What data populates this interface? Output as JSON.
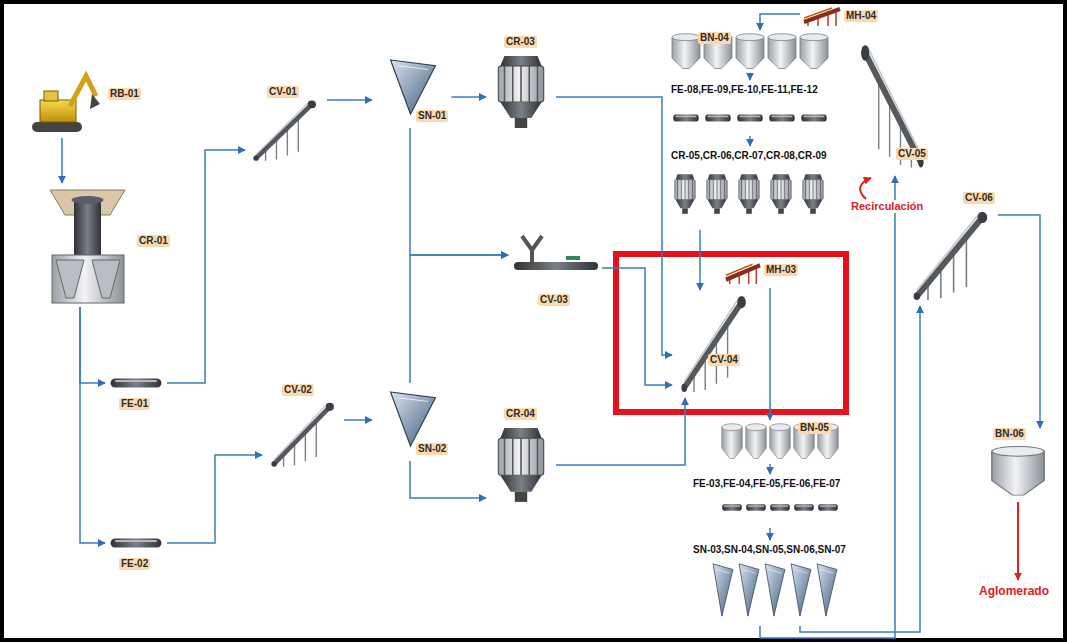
{
  "diagram": {
    "nodes": [
      {
        "text": [
          "RB-01"
        ]
      },
      {
        "text": [
          "CR-01"
        ]
      },
      {
        "text": [
          "FE-01"
        ]
      },
      {
        "text": [
          "FE-02"
        ]
      },
      {
        "text": [
          "CV-01"
        ]
      },
      {
        "text": [
          "CV-02"
        ]
      },
      {
        "text": [
          "SN-01"
        ]
      },
      {
        "text": [
          "SN-02"
        ]
      },
      {
        "text": [
          "CR-03"
        ]
      },
      {
        "text": [
          "CV-03"
        ]
      },
      {
        "text": [
          "CR-04"
        ]
      },
      {
        "text": [
          "MH-04"
        ]
      },
      {
        "text": [
          "BN-04"
        ]
      },
      {
        "text": [
          "FE-08,FE-09,FE-10,FE-11,FE-12"
        ]
      },
      {
        "text": [
          "CR-05,CR-06,CR-07,CR-08,CR-09"
        ]
      },
      {
        "text": [
          "CV-05"
        ]
      },
      {
        "text": [
          "MH-03"
        ]
      },
      {
        "text": [
          "CV-04"
        ]
      },
      {
        "text": [
          "BN-05"
        ]
      },
      {
        "text": [
          "FE-03,FE-04,FE-05,FE-06,FE-07"
        ]
      },
      {
        "text": [
          "SN-03,SN-04,SN-05,SN-06,SN-07"
        ]
      },
      {
        "text": [
          "CV-06"
        ]
      },
      {
        "text": [
          "BN-06"
        ]
      }
    ],
    "edges": [
      {
        "from": 0,
        "to": 1,
        "arrow": "to"
      },
      {
        "from": 1,
        "to": 2,
        "arrow": "to"
      },
      {
        "from": 1,
        "to": 3,
        "arrow": "to"
      },
      {
        "from": 2,
        "to": 4,
        "arrow": "to"
      },
      {
        "from": 3,
        "to": 5,
        "arrow": "to"
      },
      {
        "from": 4,
        "to": 6,
        "arrow": "to"
      },
      {
        "from": 5,
        "to": 7,
        "arrow": "to"
      },
      {
        "from": 6,
        "to": 8,
        "arrow": "to"
      },
      {
        "from": 6,
        "to": 9,
        "arrow": "to"
      },
      {
        "from": 7,
        "to": 9,
        "arrow": "to"
      },
      {
        "from": 7,
        "to": 10,
        "arrow": "to"
      },
      {
        "from": 8,
        "to": 17,
        "arrow": "to"
      },
      {
        "from": 9,
        "to": 17,
        "arrow": "to"
      },
      {
        "from": 10,
        "to": 17,
        "arrow": "to"
      },
      {
        "from": 11,
        "to": 12,
        "arrow": "to"
      },
      {
        "from": 12,
        "to": 13,
        "arrow": "to"
      },
      {
        "from": 13,
        "to": 14,
        "arrow": "to"
      },
      {
        "from": 14,
        "to": 17,
        "arrow": "to"
      },
      {
        "from": 16,
        "to": 18,
        "arrow": "to"
      },
      {
        "from": 18,
        "to": 19,
        "arrow": "to"
      },
      {
        "from": 19,
        "to": 20,
        "arrow": "to"
      },
      {
        "from": 20,
        "to": 15,
        "arrow": "to"
      },
      {
        "from": 20,
        "to": 21,
        "arrow": "to"
      },
      {
        "from": 21,
        "to": 22,
        "arrow": "to"
      }
    ],
    "labels": [
      "Recirculación",
      "Aglomerado"
    ]
  }
}
